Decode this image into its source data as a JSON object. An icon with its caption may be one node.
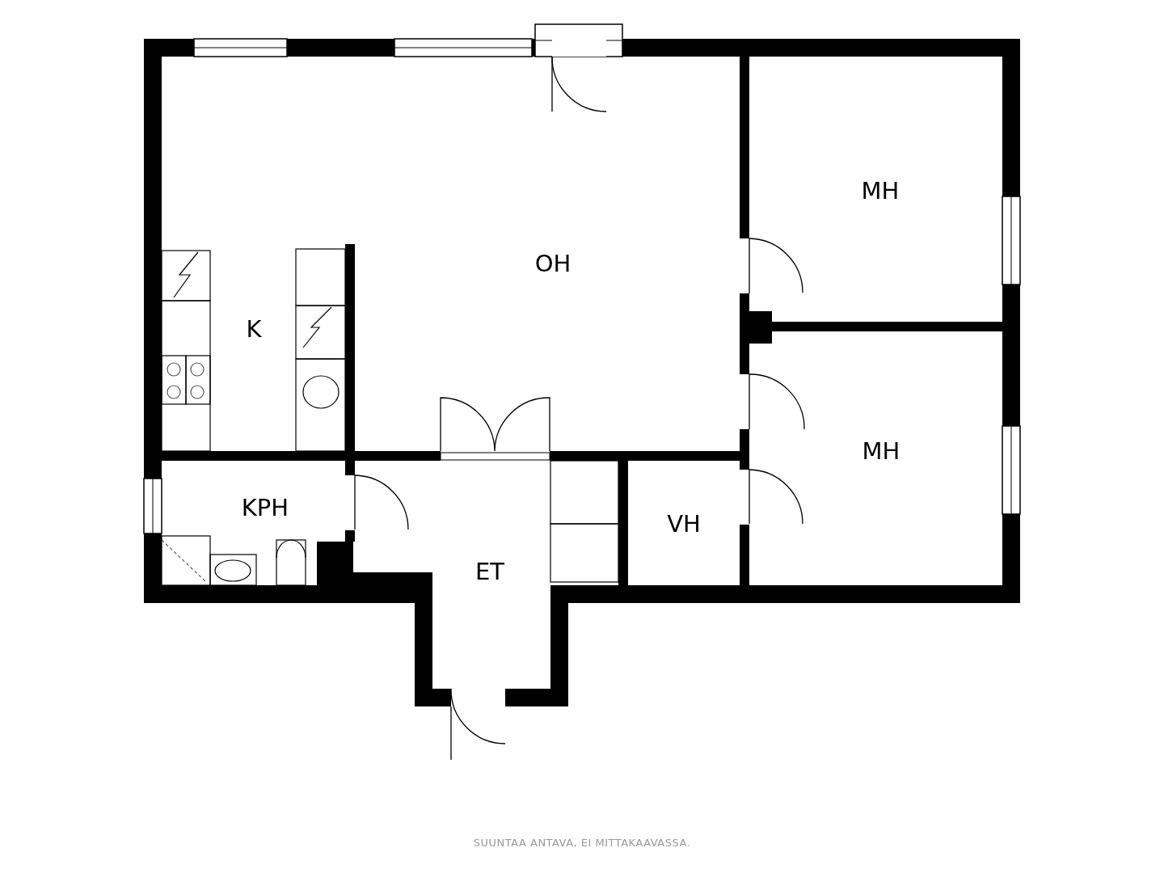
{
  "diagram": {
    "caption": "SUUNTAA ANTAVA, EI MITTAKAAVASSA.",
    "nodes": [
      {
        "text": [
          "OH"
        ]
      },
      {
        "text": [
          "K"
        ]
      },
      {
        "text": [
          "MH"
        ]
      },
      {
        "text": [
          "MH"
        ]
      },
      {
        "text": [
          "KPH"
        ]
      },
      {
        "text": [
          "VH"
        ]
      },
      {
        "text": [
          "ET"
        ]
      }
    ]
  }
}
